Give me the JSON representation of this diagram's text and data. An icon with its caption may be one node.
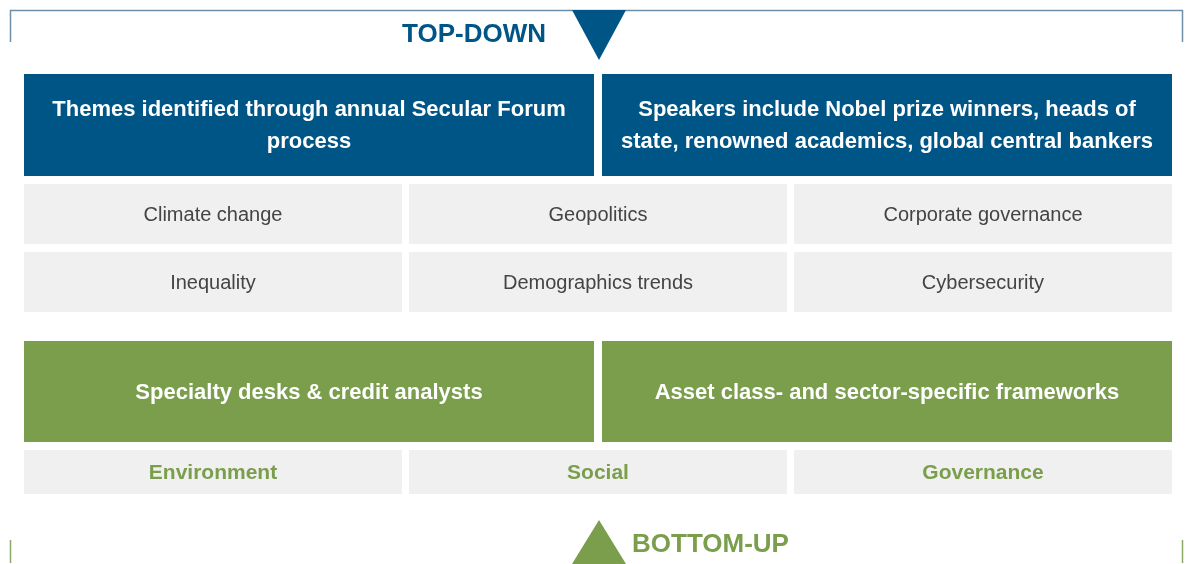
{
  "diagram": {
    "nodes": [
      {
        "text": [
          "Themes identified through annual Secular Forum process"
        ]
      },
      {
        "text": [
          "Speakers include Nobel prize winners, heads of state, renowned academics, global central bankers"
        ]
      },
      {
        "text": [
          "Climate change"
        ]
      },
      {
        "text": [
          "Geopolitics"
        ]
      },
      {
        "text": [
          "Corporate governance"
        ]
      },
      {
        "text": [
          "Inequality"
        ]
      },
      {
        "text": [
          "Demographics trends"
        ]
      },
      {
        "text": [
          "Cybersecurity"
        ]
      },
      {
        "text": [
          "Specialty desks & credit analysts"
        ]
      },
      {
        "text": [
          "Asset class- and sector-specific frameworks"
        ]
      },
      {
        "text": [
          "Environment"
        ]
      },
      {
        "text": [
          "Social"
        ]
      },
      {
        "text": [
          "Governance"
        ]
      }
    ],
    "labels": [
      "TOP-DOWN",
      "BOTTOM-UP"
    ]
  }
}
